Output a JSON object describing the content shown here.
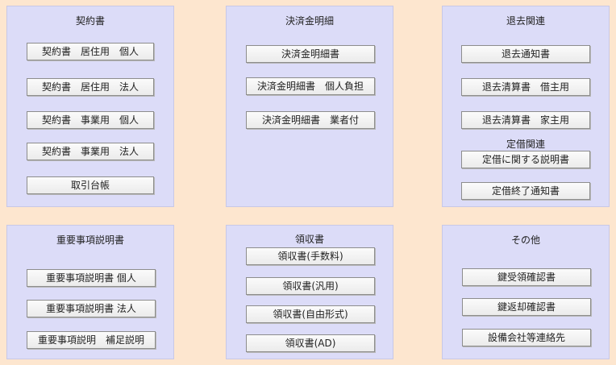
{
  "panels": {
    "contract": {
      "title": "契約書",
      "buttons": [
        "契約書　居住用　個人",
        "契約書　居住用　法人",
        "契約書　事業用　個人",
        "契約書　事業用　法人",
        "取引台帳"
      ]
    },
    "settlement": {
      "title": "決済金明細",
      "buttons": [
        "決済金明細書",
        "決済金明細書　個人負担",
        "決済金明細書　業者付"
      ]
    },
    "moveout": {
      "title": "退去関連",
      "buttons": [
        "退去通知書",
        "退去清算書　借主用",
        "退去清算書　家主用"
      ],
      "sub_title": "定借関連",
      "sub_buttons": [
        "定借に関する説明書",
        "定借終了通知書"
      ]
    },
    "disclosure": {
      "title": "重要事項説明書",
      "buttons": [
        "重要事項説明書 個人",
        "重要事項説明書 法人",
        "重要事項説明　補足説明"
      ]
    },
    "receipt": {
      "title": "領収書",
      "buttons": [
        "領収書(手数料)",
        "領収書(汎用)",
        "領収書(自由形式)",
        "領収書(AD)"
      ]
    },
    "other": {
      "title": "その他",
      "buttons": [
        "鍵受領確認書",
        "鍵返却確認書",
        "設備会社等連絡先"
      ]
    }
  }
}
